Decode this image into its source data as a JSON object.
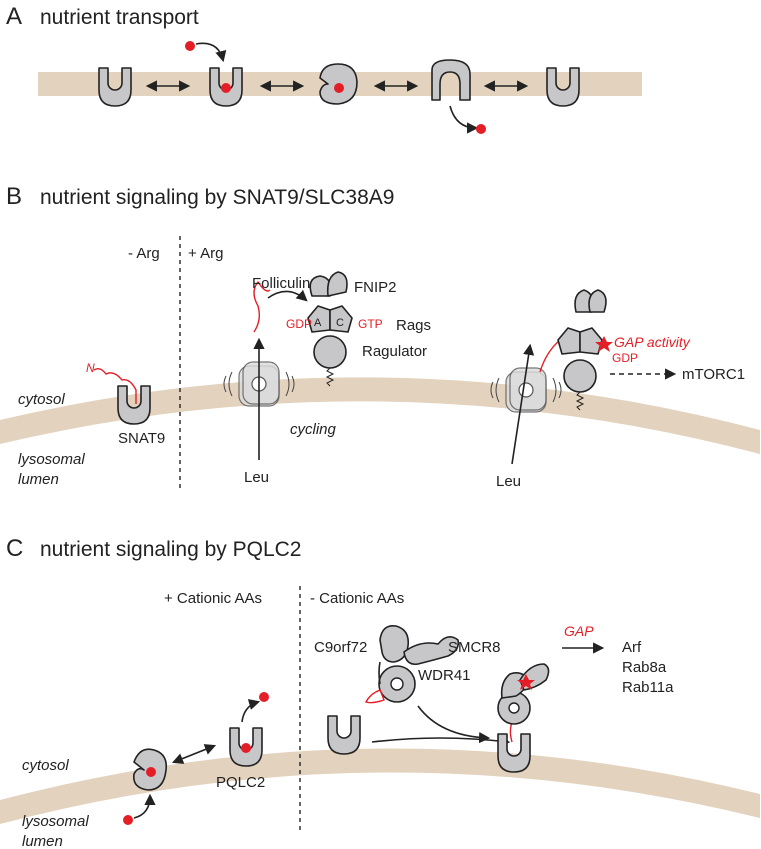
{
  "panelA": {
    "letter": "A",
    "title": "nutrient transport"
  },
  "panelB": {
    "letter": "B",
    "title": "nutrient signaling by SNAT9/SLC38A9",
    "minus_arg": "- Arg",
    "plus_arg": "+ Arg",
    "folliculin": "Folliculin",
    "fnip2": "FNIP2",
    "rags": "Rags",
    "ragulator": "Ragulator",
    "gdp": "GDP",
    "gtp": "GTP",
    "rag_a": "A",
    "rag_c": "C",
    "gdp2": "GDP",
    "gap_activity": "GAP activity",
    "mtorc1": "mTORC1",
    "cytosol": "cytosol",
    "lysosomal": "lysosomal",
    "lumen": "lumen",
    "n_term": "N",
    "snat9": "SNAT9",
    "leu1": "Leu",
    "cycling": "cycling",
    "leu2": "Leu"
  },
  "panelC": {
    "letter": "C",
    "title": "nutrient signaling by PQLC2",
    "plus_cat": "+ Cationic AAs",
    "minus_cat": "- Cationic AAs",
    "c9orf72": "C9orf72",
    "smcr8": "SMCR8",
    "wdr41": "WDR41",
    "gap": "GAP",
    "targets": [
      "Arf",
      "Rab8a",
      "Rab11a"
    ],
    "cytosol": "cytosol",
    "lysosomal": "lysosomal",
    "lumen": "lumen",
    "pqlc2": "PQLC2"
  },
  "colors": {
    "membrane": "#e3d2bd",
    "protein": "#c7c7c9",
    "accent_red": "#e41e26"
  }
}
